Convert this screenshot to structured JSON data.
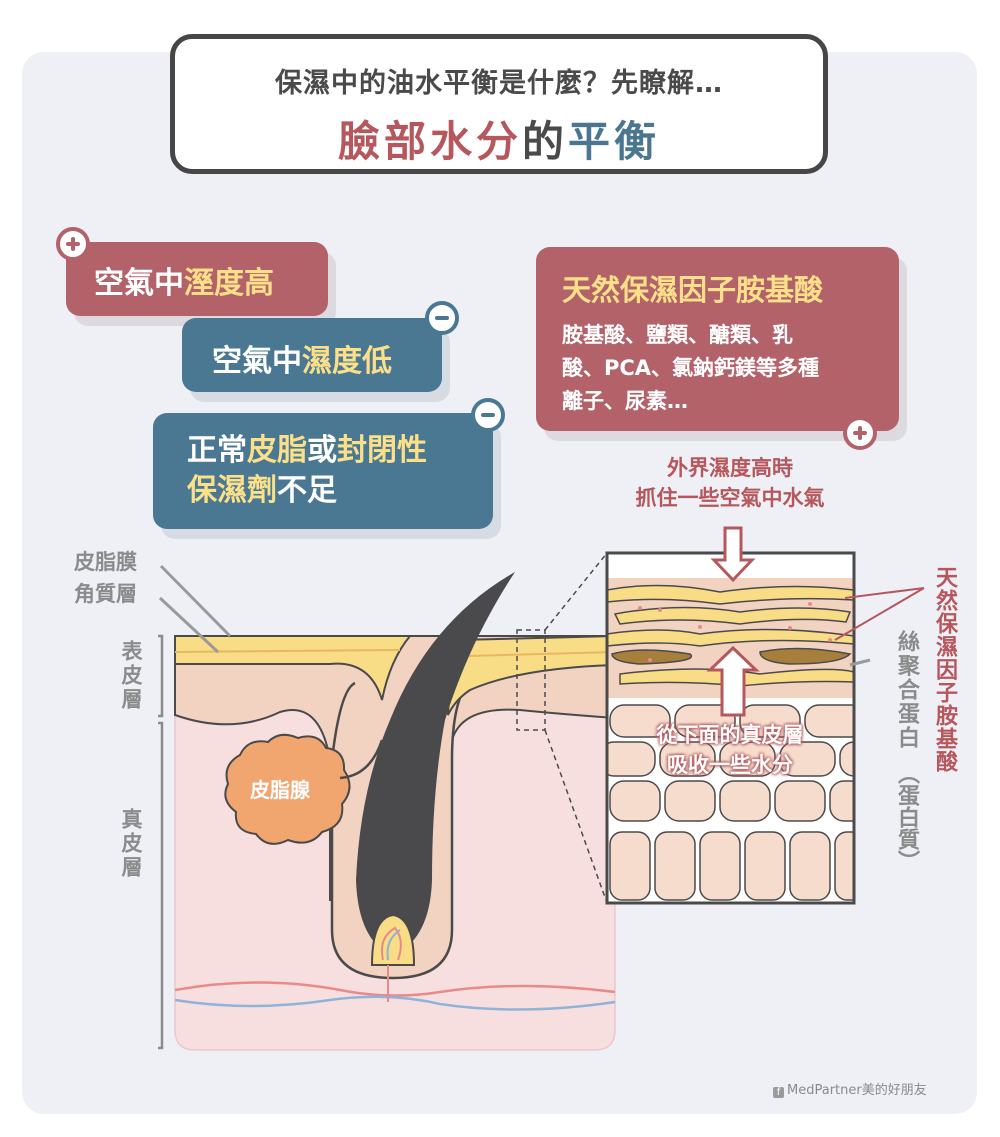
{
  "title": {
    "subtitle": "保濕中的油水平衡是什麼？先瞭解…",
    "main_part1": "臉部水分",
    "main_part2": "的",
    "main_part3": "平衡"
  },
  "factors": {
    "humidity_high": {
      "prefix": "空氣中",
      "highlight": "溼度高",
      "sign": "plus"
    },
    "humidity_low": {
      "prefix": "空氣中",
      "highlight": "濕度低",
      "sign": "minus"
    },
    "sebum_lack": {
      "t1": "正常",
      "h1": "皮脂",
      "t2": "或",
      "h2": "封閉性",
      "h3": "保濕劑",
      "t3": "不足",
      "sign": "minus"
    },
    "nmf": {
      "title": "天然保濕因子胺基酸",
      "body_line1": "胺基酸、鹽類、醣類、乳",
      "body_line2": "酸、PCA、氯鈉鈣鎂等多種",
      "body_line3": "離子、尿素…",
      "sign": "plus"
    }
  },
  "layers": {
    "sebum_film": "皮脂膜",
    "stratum_corneum": "角質層",
    "epidermis": "表皮層",
    "dermis": "真皮層",
    "sebaceous_gland": "皮脂腺"
  },
  "zoom": {
    "top_note_line1": "外界濕度高時",
    "top_note_line2": "抓住一些空氣中水氣",
    "bottom_note_line1": "從下面的真皮層",
    "bottom_note_line2": "吸收一些水分",
    "nmf_side_label": "天然保濕因子胺基酸",
    "filaggrin_label": "絲聚合蛋白",
    "filaggrin_paren": "（蛋白質）"
  },
  "footer": {
    "brand": "MedPartner美的好朋友",
    "icon": "facebook-icon"
  },
  "colors": {
    "red": "#b3626a",
    "blue": "#4a7893",
    "highlight": "#fbe089",
    "skin": "#f2d3c2",
    "dermis": "#f7dfe0",
    "sebum": "#f9dc86",
    "hair": "#4a4a4c"
  }
}
